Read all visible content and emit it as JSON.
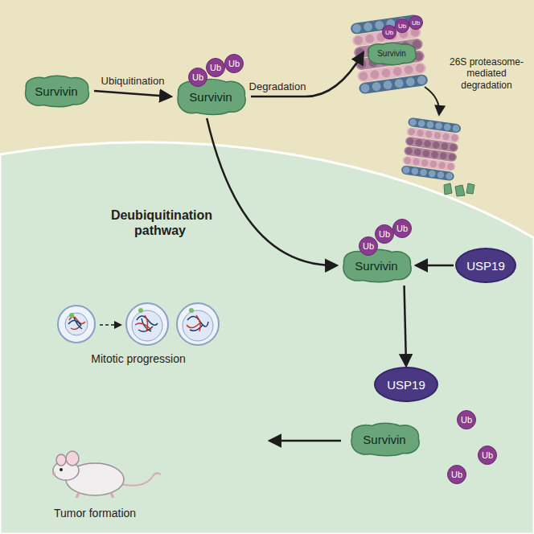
{
  "diagram": {
    "nodes": [
      {
        "text": [
          "Survivin"
        ]
      },
      {
        "text": [
          "Survivin"
        ]
      },
      {
        "text": [
          "Ub"
        ]
      },
      {
        "text": [
          "Ub"
        ]
      },
      {
        "text": [
          "Ub"
        ]
      },
      {
        "text": [
          "Survivin"
        ]
      },
      {
        "text": [
          "Ub"
        ]
      },
      {
        "text": [
          "Ub"
        ]
      },
      {
        "text": [
          "Ub"
        ]
      },
      {
        "text": [
          "Survivin"
        ]
      },
      {
        "text": [
          "Ub"
        ]
      },
      {
        "text": [
          "Ub"
        ]
      },
      {
        "text": [
          "Ub"
        ]
      },
      {
        "text": [
          "USP19"
        ]
      },
      {
        "text": [
          "USP19"
        ]
      },
      {
        "text": [
          "Survivin"
        ]
      },
      {
        "text": [
          "Ub"
        ]
      },
      {
        "text": [
          "Ub"
        ]
      },
      {
        "text": [
          "Ub"
        ]
      }
    ],
    "edges": [
      {
        "from": 0,
        "to": 1,
        "arrow": "to",
        "label": "Ubiquitination"
      },
      {
        "from": 1,
        "to": 5,
        "arrow": "to",
        "label": "Degradation"
      },
      {
        "from": 1,
        "to": 9,
        "arrow": "to",
        "label": "Deubiquitination pathway"
      },
      {
        "from": 13,
        "to": 9,
        "arrow": "to"
      },
      {
        "from": 9,
        "to": 14,
        "arrow": "to"
      }
    ],
    "labels": [
      "26S proteasome-mediated degradation",
      "Mitotic progression",
      "Tumor formation"
    ]
  }
}
